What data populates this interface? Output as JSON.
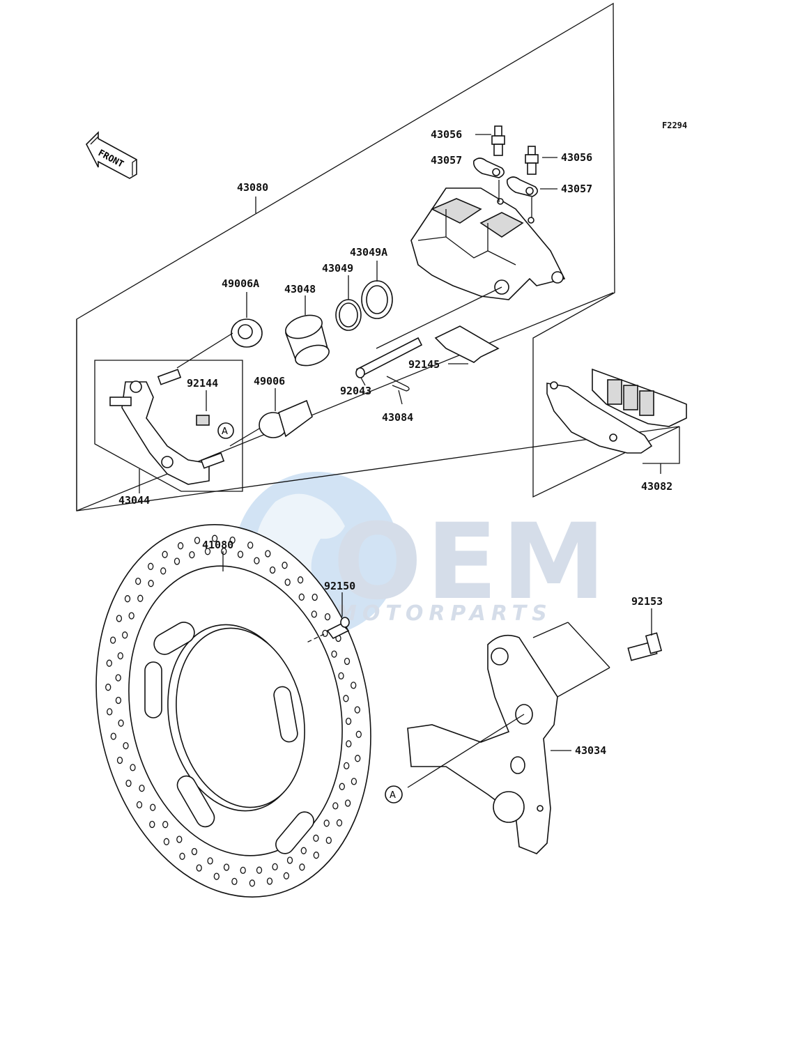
{
  "figure_code": "F2294",
  "front_label": "FRONT",
  "ref_marker": "A",
  "watermark": {
    "brand": "OEM",
    "subtitle": "MOTORPARTS"
  },
  "part_numbers": {
    "p43080": "43080",
    "p43056_a": "43056",
    "p43056_b": "43056",
    "p43057_a": "43057",
    "p43057_b": "43057",
    "p43049A": "43049A",
    "p43049": "43049",
    "p43048": "43048",
    "p49006A": "49006A",
    "p92144": "92144",
    "p49006": "49006",
    "p92145": "92145",
    "p92043": "92043",
    "p43084": "43084",
    "p43044": "43044",
    "p43082": "43082",
    "p41080": "41080",
    "p92150": "92150",
    "p92153": "92153",
    "p43034": "43034"
  }
}
